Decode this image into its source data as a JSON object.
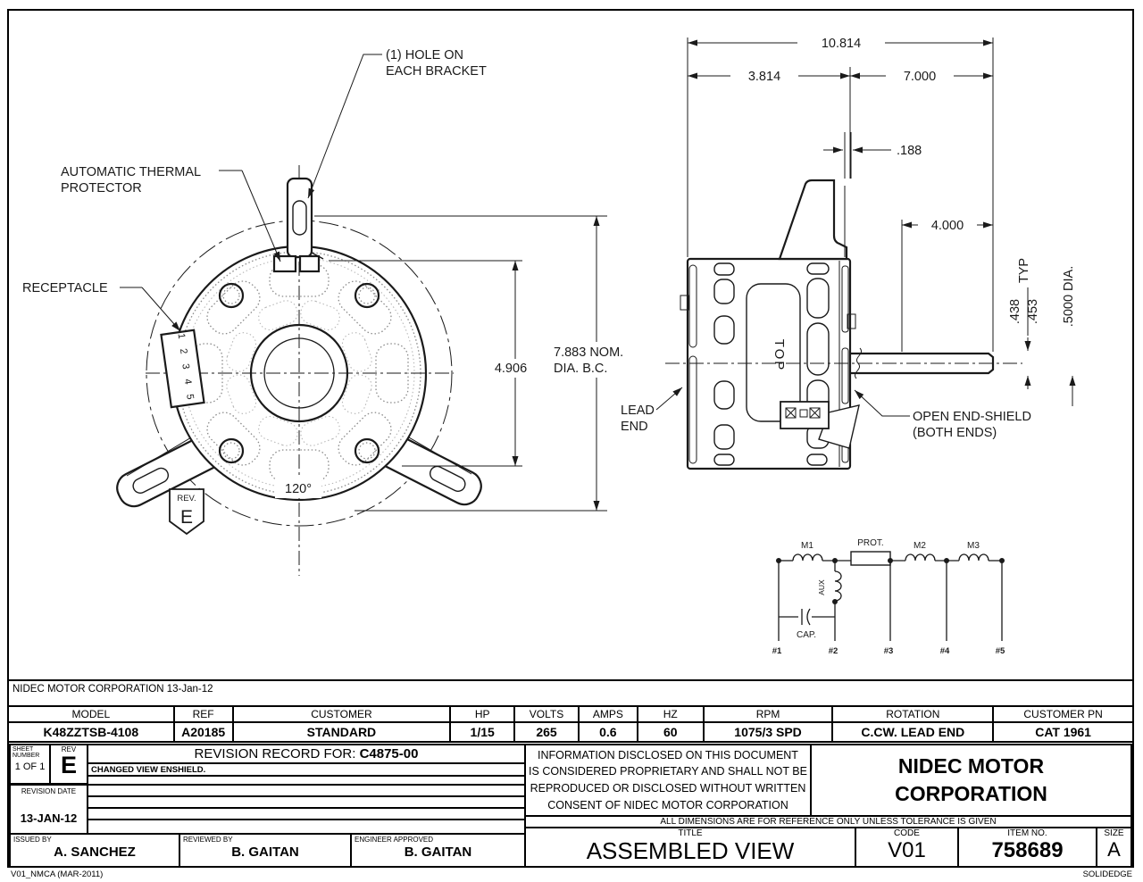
{
  "page": {
    "footer_left": "V01_NMCA (MAR-2011)",
    "footer_right": "SOLIDEDGE"
  },
  "drawing": {
    "front_view": {
      "hole_note": [
        "(1) HOLE ON",
        "EACH BRACKET"
      ],
      "thermal_note": [
        "AUTOMATIC THERMAL",
        "PROTECTOR"
      ],
      "receptacle_label": "RECEPTACLE",
      "receptacle_pins": "1 2 3 4 5",
      "dim_4906": "4.906",
      "dim_7883": [
        "7.883 NOM.",
        "DIA. B.C."
      ],
      "dim_120": "120°",
      "rev_flag": {
        "label": "REV.",
        "value": "E"
      }
    },
    "side_view": {
      "dim_10814": "10.814",
      "dim_3814": "3.814",
      "dim_7000": "7.000",
      "dim_188": ".188",
      "dim_4000": "4.000",
      "dim_438": ".438",
      "dim_453": ".453",
      "dim_typ": "TYP",
      "dim_5000": ".5000 DIA.",
      "top_label": "TOP",
      "lead_end": [
        "LEAD",
        "END"
      ],
      "open_end_shield": [
        "OPEN END-SHIELD",
        "(BOTH ENDS)"
      ]
    },
    "schematic": {
      "m1": "M1",
      "prot": "PROT.",
      "m2": "M2",
      "m3": "M3",
      "aux": "AUX",
      "cap": "CAP.",
      "terminals": [
        "#1",
        "#2",
        "#3",
        "#4",
        "#5"
      ]
    }
  },
  "titleblock": {
    "corp_note": "NIDEC MOTOR CORPORATION 13-Jan-12",
    "spec": {
      "headers": [
        "MODEL",
        "REF",
        "CUSTOMER",
        "HP",
        "VOLTS",
        "AMPS",
        "HZ",
        "RPM",
        "ROTATION",
        "CUSTOMER PN"
      ],
      "values": [
        "K48ZZTSB-4108",
        "A20185",
        "STANDARD",
        "1/15",
        "265",
        "0.6",
        "60",
        "1075/3 SPD",
        "C.CW. LEAD END",
        "CAT 1961"
      ]
    },
    "sheet": {
      "label1": "SHEET",
      "label2": "NUMBER",
      "value": "1 OF 1"
    },
    "rev": {
      "label": "REV",
      "value": "E"
    },
    "revision_record": {
      "label": "REVISION RECORD FOR:",
      "number": "C4875-00",
      "change_note": "CHANGED VIEW ENSHIELD."
    },
    "revision_date": {
      "label": "REVISION DATE",
      "value": "13-JAN-12"
    },
    "signatures": {
      "issued_label": "ISSUED BY",
      "issued": "A. SANCHEZ",
      "reviewed_label": "REVIEWED BY",
      "reviewed": "B. GAITAN",
      "engineer_label": "ENGINEER APPROVED",
      "engineer": "B. GAITAN"
    },
    "proprietary": [
      "INFORMATION DISCLOSED ON THIS DOCUMENT",
      "IS CONSIDERED PROPRIETARY AND SHALL NOT BE",
      "REPRODUCED OR DISCLOSED WITHOUT WRITTEN",
      "CONSENT OF NIDEC MOTOR CORPORATION"
    ],
    "company": [
      "NIDEC MOTOR",
      "CORPORATION"
    ],
    "tolerance_note": "ALL DIMENSIONS ARE FOR REFERENCE ONLY UNLESS TOLERANCE IS GIVEN",
    "title": {
      "label": "TITLE",
      "value": "ASSEMBLED VIEW"
    },
    "code": {
      "label": "CODE",
      "value": "V01"
    },
    "item": {
      "label": "ITEM NO.",
      "value": "758689"
    },
    "size": {
      "label": "SIZE",
      "value": "A"
    }
  }
}
